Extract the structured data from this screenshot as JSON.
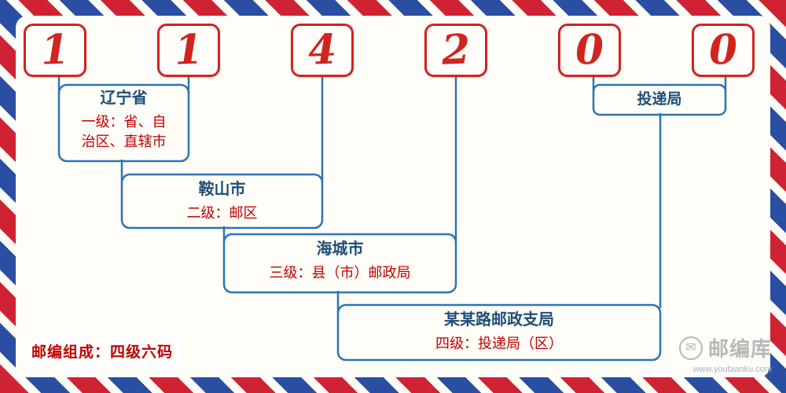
{
  "postal_code": {
    "digits": [
      "1",
      "1",
      "4",
      "2",
      "0",
      "0"
    ]
  },
  "levels": [
    {
      "name": "辽宁省",
      "desc": "一级：省、自治区、直辖市"
    },
    {
      "name": "鞍山市",
      "desc": "二级：邮区"
    },
    {
      "name": "海城市",
      "desc": "三级：县（市）邮政局"
    },
    {
      "name": "某某路邮政支局",
      "desc": "四级：投递局（区）"
    }
  ],
  "delivery_office": {
    "label": "投递局"
  },
  "note": {
    "text": "邮编组成：四级六码"
  },
  "brand": {
    "name": "邮编库",
    "url": "www.youbianku.com",
    "icon_glyph": "✉"
  },
  "colors": {
    "digit_red": "#d0241f",
    "line_blue": "#2e74b5",
    "label_blue": "#1f4e79",
    "desc_red": "#c00000",
    "stripe_red": "#cf2333",
    "stripe_blue": "#2a4fa2"
  }
}
